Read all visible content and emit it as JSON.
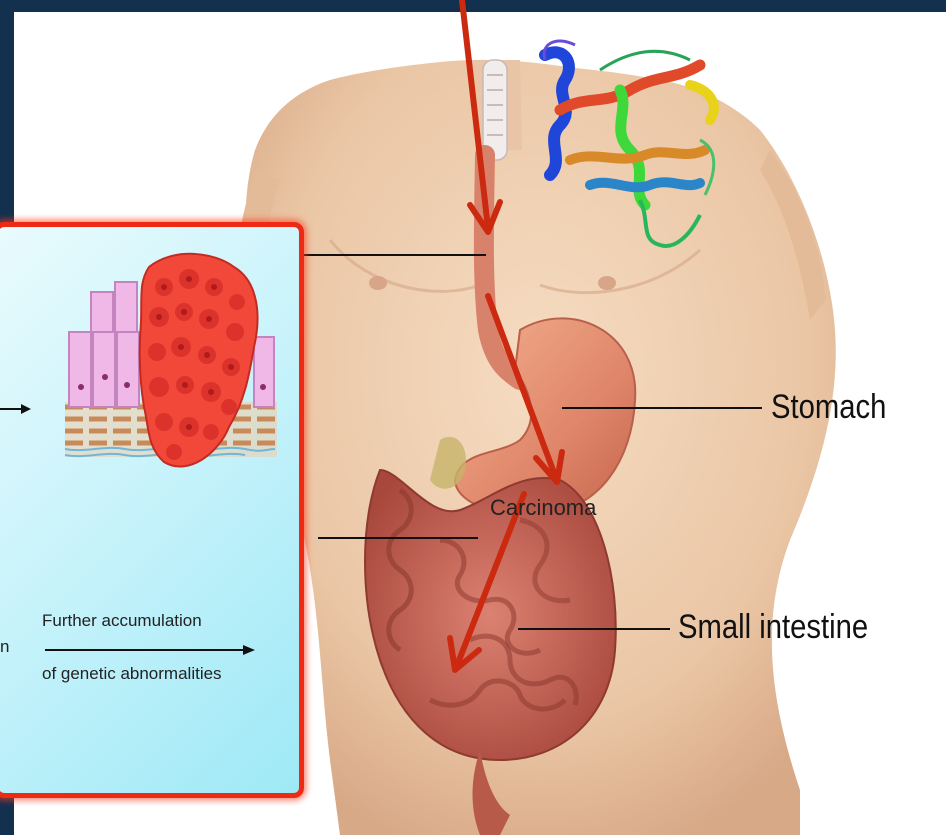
{
  "labels": {
    "stomach": "Stomach",
    "small_intestine": "Small intestine",
    "carcinoma": "Carcinoma",
    "further_line1": "Further accumulation",
    "further_line2": "of genetic abnormalities",
    "truncated_left": "n"
  },
  "colors": {
    "frame": "#14304f",
    "inset_border": "#ee2a14",
    "path_arrow": "#cc2a10",
    "tumor": "#f2483a",
    "normal_cells": "#f0b8e6"
  },
  "icons": {
    "protein": "protein-ribbon-structure",
    "pathway_arrow": "red-path-arrow"
  }
}
